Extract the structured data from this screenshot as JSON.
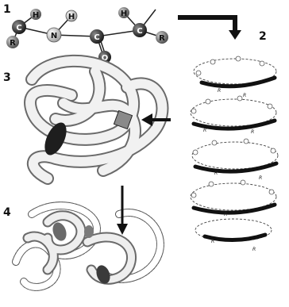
{
  "panels": [
    {
      "id": "1",
      "label": "1"
    },
    {
      "id": "2",
      "label": "2"
    },
    {
      "id": "3",
      "label": "3"
    },
    {
      "id": "4",
      "label": "4"
    }
  ],
  "peptide_atoms": [
    "C",
    "H",
    "R",
    "N",
    "H",
    "C",
    "O",
    "H",
    "C",
    "R"
  ],
  "helix_labels": [
    "R",
    "R",
    "R",
    "R",
    "R",
    "R",
    "R",
    "R",
    "R"
  ]
}
